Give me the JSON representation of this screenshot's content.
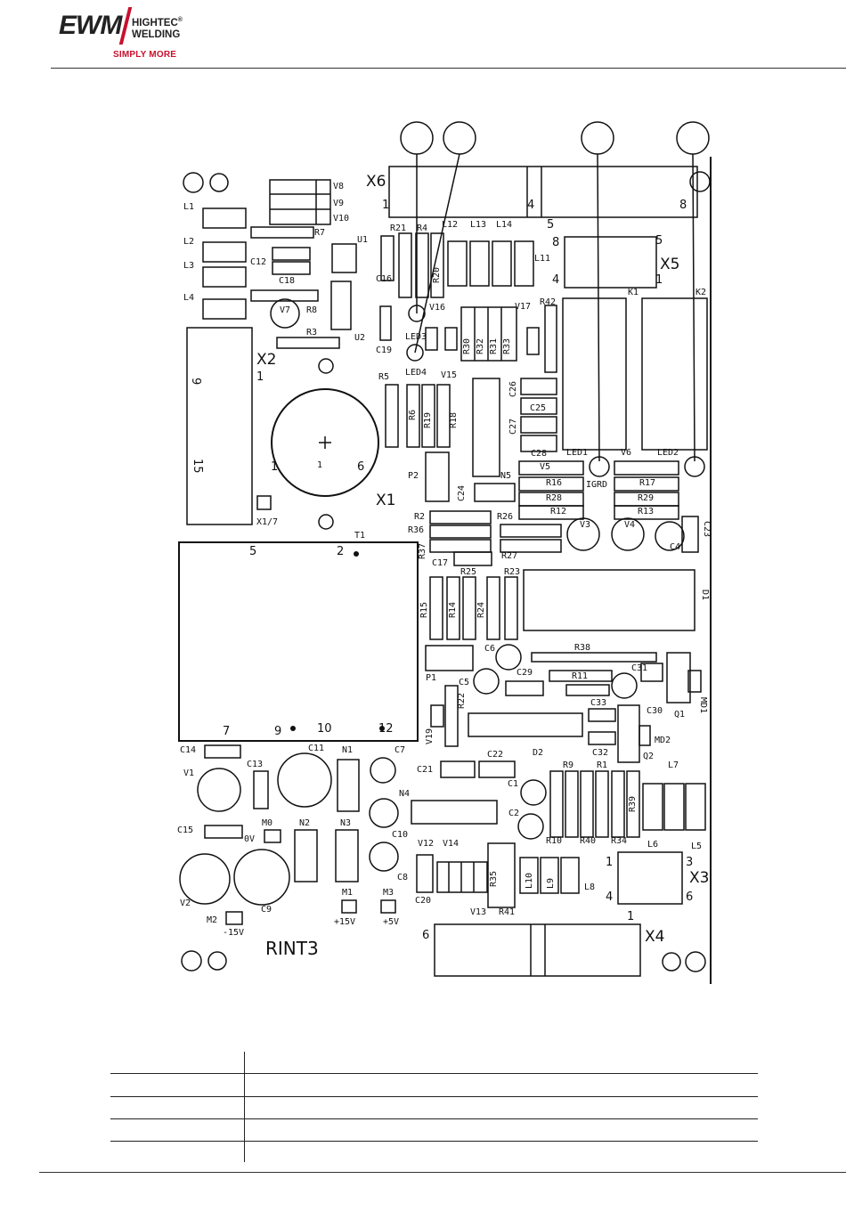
{
  "header": {
    "logo_main": "EWM",
    "logo_line1": "HIGHTEC",
    "logo_reg": "®",
    "logo_line2": "WELDING",
    "logo_slogan": "SIMPLY MORE"
  },
  "board": {
    "name": "RINT3",
    "connectors": {
      "x6": "X6",
      "x5": "X5",
      "x2": "X2",
      "x1": "X1",
      "x3": "X3",
      "x4": "X4",
      "x17": "X1/7"
    },
    "x6_pins": [
      "1",
      "4",
      "5",
      "8"
    ],
    "x5_pins": [
      "8",
      "5",
      "4",
      "1"
    ],
    "x2_pins": [
      "9",
      "1",
      "15"
    ],
    "x1_pins": [
      "1",
      "6",
      "1"
    ],
    "t1_pins": [
      "5",
      "2",
      "7",
      "9",
      "10",
      "12"
    ],
    "x3_pins": [
      "1",
      "3",
      "4",
      "6"
    ],
    "x4_pins": [
      "6",
      "1"
    ],
    "test_points": {
      "m0": "0V",
      "m1": "+15V",
      "m2": "-15V",
      "m3": "+5V"
    },
    "component_labels": {
      "L1": "L1",
      "L2": "L2",
      "L3": "L3",
      "L4": "L4",
      "L5": "L5",
      "L6": "L6",
      "L7": "L7",
      "L8": "L8",
      "L9": "L9",
      "L10": "L10",
      "L11": "L11",
      "L12": "L12",
      "L13": "L13",
      "L14": "L14",
      "V1": "V1",
      "V2": "V2",
      "V3": "V3",
      "V4": "V4",
      "V5": "V5",
      "V6": "V6",
      "V7": "V7",
      "V8": "V8",
      "V9": "V9",
      "V10": "V10",
      "V12": "V12",
      "V13": "V13",
      "V14": "V14",
      "V15": "V15",
      "V16": "V16",
      "V17": "V17",
      "V19": "V19",
      "R1": "R1",
      "R3": "R3",
      "R4": "R4",
      "R5": "R5",
      "R6": "R6",
      "R7": "R7",
      "R8": "R8",
      "R9": "R9",
      "R10": "R10",
      "R11": "R11",
      "R12": "R12",
      "R13": "R13",
      "R14": "R14",
      "R15": "R15",
      "R16": "R16",
      "R17": "R17",
      "R18": "R18",
      "R19": "R19",
      "R2": "R2",
      "R20": "R20",
      "R21": "R21",
      "R22": "R22",
      "R23": "R23",
      "R24": "R24",
      "R25": "R25",
      "R26": "R26",
      "R27": "R27",
      "R28": "R28",
      "R29": "R29",
      "R30": "R30",
      "R31": "R31",
      "R32": "R32",
      "R33": "R33",
      "R34": "R34",
      "R35": "R35",
      "R36": "R36",
      "R37": "R37",
      "R38": "R38",
      "R39": "R39",
      "R40": "R40",
      "R41": "R41",
      "R42": "R42",
      "C1": "C1",
      "C2": "C2",
      "C4": "C4",
      "C5": "C5",
      "C6": "C6",
      "C7": "C7",
      "C8": "C8",
      "C9": "C9",
      "C10": "C10",
      "C11": "C11",
      "C12": "C12",
      "C13": "C13",
      "C14": "C14",
      "C15": "C15",
      "C16": "C16",
      "C17": "C17",
      "C18": "C18",
      "C19": "C19",
      "C20": "C20",
      "C21": "C21",
      "C22": "C22",
      "C23": "C23",
      "C24": "C24",
      "C25": "C25",
      "C26": "C26",
      "C27": "C27",
      "C28": "C28",
      "C29": "C29",
      "C30": "C30",
      "C31": "C31",
      "C32": "C32",
      "C33": "C33",
      "U1": "U1",
      "U2": "U2",
      "N1": "N1",
      "N2": "N2",
      "N3": "N3",
      "N4": "N4",
      "N5": "N5",
      "D1": "D1",
      "D2": "D2",
      "P1": "P1",
      "P2": "P2",
      "K1": "K1",
      "K2": "K2",
      "T1": "T1",
      "Q1": "Q1",
      "Q2": "Q2",
      "MD1": "MD1",
      "MD2": "MD2",
      "M0": "M0",
      "M1": "M1",
      "M2": "M2",
      "M3": "M3",
      "LED1": "LED1",
      "LED2": "LED2",
      "LED3": "LED3",
      "LED4": "LED4",
      "IGRD": "IGRD"
    }
  },
  "table": {
    "rows": []
  }
}
